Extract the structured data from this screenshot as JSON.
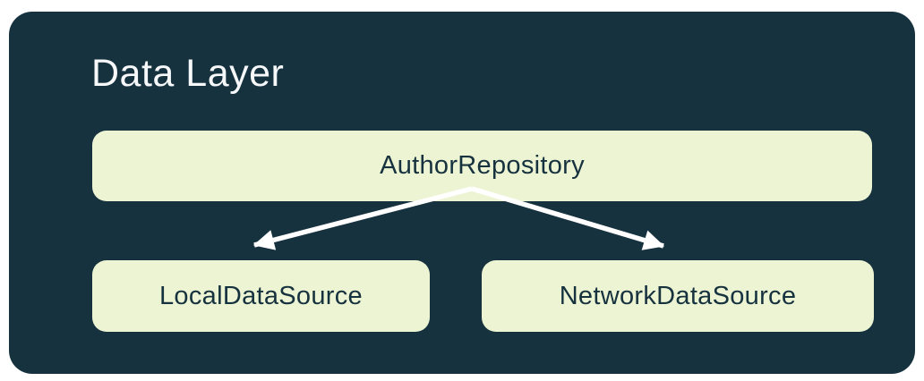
{
  "diagram": {
    "title": "Data Layer",
    "nodes": [
      {
        "id": "author-repository",
        "label": "AuthorRepository",
        "level": "top"
      },
      {
        "id": "local-data-source",
        "label": "LocalDataSource",
        "level": "bottom"
      },
      {
        "id": "network-data-source",
        "label": "NetworkDataSource",
        "level": "bottom"
      }
    ],
    "edges": [
      {
        "from": "AuthorRepository",
        "to": "LocalDataSource",
        "style": "arrow"
      },
      {
        "from": "AuthorRepository",
        "to": "NetworkDataSource",
        "style": "arrow"
      }
    ],
    "colors": {
      "page_background": "#FFFFFF",
      "container_background": "#17323F",
      "node_fill": "#EDF4D3",
      "node_text": "#17323F",
      "title_text": "#F6F8F9",
      "arrow": "#FFFFFF"
    }
  }
}
